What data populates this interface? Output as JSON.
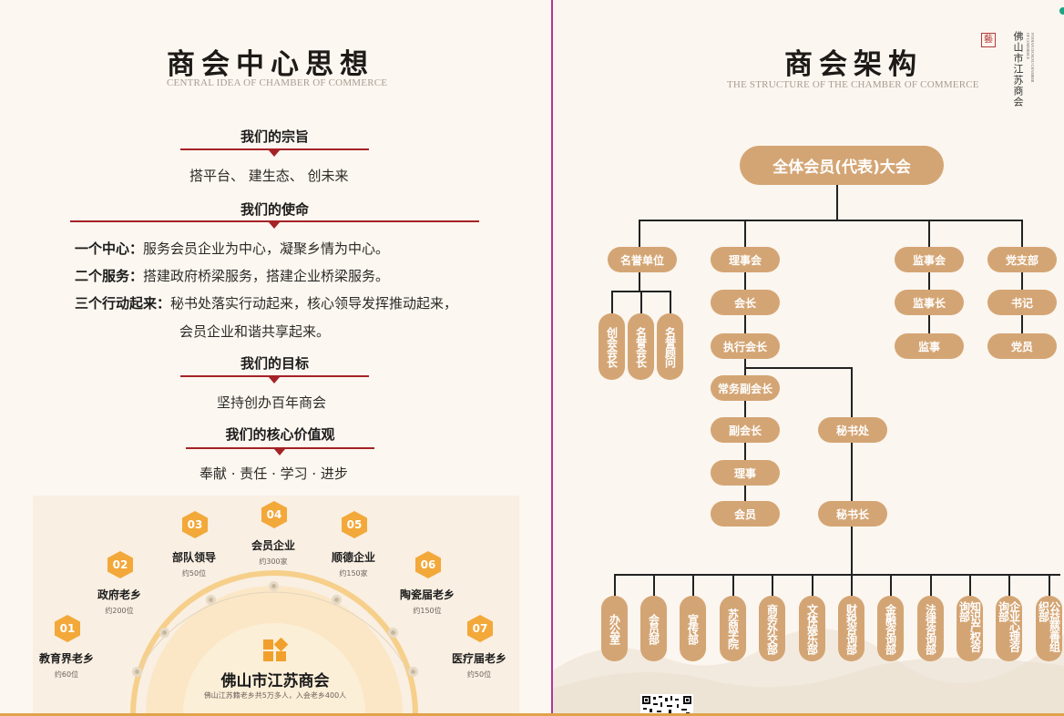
{
  "left": {
    "title": "商会中心思想",
    "subtitle": "CENTRAL IDEA OF CHAMBER OF COMMERCE",
    "purpose": {
      "heading": "我们的宗旨",
      "text": "搭平台、 建生态、 创未来"
    },
    "mission": {
      "heading": "我们的使命",
      "items": [
        {
          "label": "一个中心：",
          "text": "服务会员企业为中心，凝聚乡情为中心。"
        },
        {
          "label": "二个服务：",
          "text": "搭建政府桥梁服务，搭建企业桥梁服务。"
        },
        {
          "label": "三个行动起来：",
          "text": "秘书处落实行动起来，核心领导发挥推动起来，"
        }
      ],
      "continuation": "会员企业和谐共享起来。"
    },
    "goal": {
      "heading": "我们的目标",
      "text": "坚持创办百年商会"
    },
    "values": {
      "heading": "我们的核心价值观",
      "text": "奉献 · 责任 · 学习 · 进步"
    },
    "arc": {
      "center_title": "佛山市江苏商会",
      "center_sub": "佛山江苏籍老乡共5万多人，入会老乡400人",
      "items": [
        {
          "num": "01",
          "label": "教育界老乡",
          "count": "约60位"
        },
        {
          "num": "02",
          "label": "政府老乡",
          "count": "约200位"
        },
        {
          "num": "03",
          "label": "部队领导",
          "count": "约50位"
        },
        {
          "num": "04",
          "label": "会员企业",
          "count": "约300家"
        },
        {
          "num": "05",
          "label": "顺德企业",
          "count": "约150家"
        },
        {
          "num": "06",
          "label": "陶瓷届老乡",
          "count": "约150位"
        },
        {
          "num": "07",
          "label": "医疗届老乡",
          "count": "约50位"
        }
      ]
    }
  },
  "right": {
    "title": "商会架构",
    "subtitle": "THE STRUCTURE OF THE CHAMBER OF COMMERCE",
    "brand": "佛山市江苏商会",
    "brand_en": "FOSHAN JIANGSU CHAMBER OF COMMERCE",
    "seal": "藝",
    "org": {
      "root": "全体会员(代表)大会",
      "honor": {
        "head": "名誉单位",
        "children": [
          "创会会长",
          "名誉会长",
          "名誉顾问"
        ]
      },
      "council": {
        "head": "理事会",
        "chain": [
          "会长",
          "执行会长",
          "常务副会长",
          "副会长",
          "理事",
          "会员"
        ]
      },
      "secretariat": {
        "head": "秘书处",
        "chief": "秘书长"
      },
      "supervisory": {
        "head": "监事会",
        "chain": [
          "监事长",
          "监事"
        ]
      },
      "party": {
        "head": "党支部",
        "chain": [
          "书记",
          "党员"
        ]
      },
      "departments": [
        "办公室",
        "会员部",
        "宣传部",
        "苏商学院",
        "商务外交部",
        "文体娱乐部",
        "财税咨询部",
        "金融咨询部",
        "法律咨询部",
        "知识产权咨询部",
        "企业心理咨询部",
        "公益慈善组织部"
      ]
    }
  },
  "colors": {
    "accent_red": "#a52226",
    "pill": "#d4a574",
    "hex": "#f3a83a",
    "divider": "#b0379a"
  }
}
